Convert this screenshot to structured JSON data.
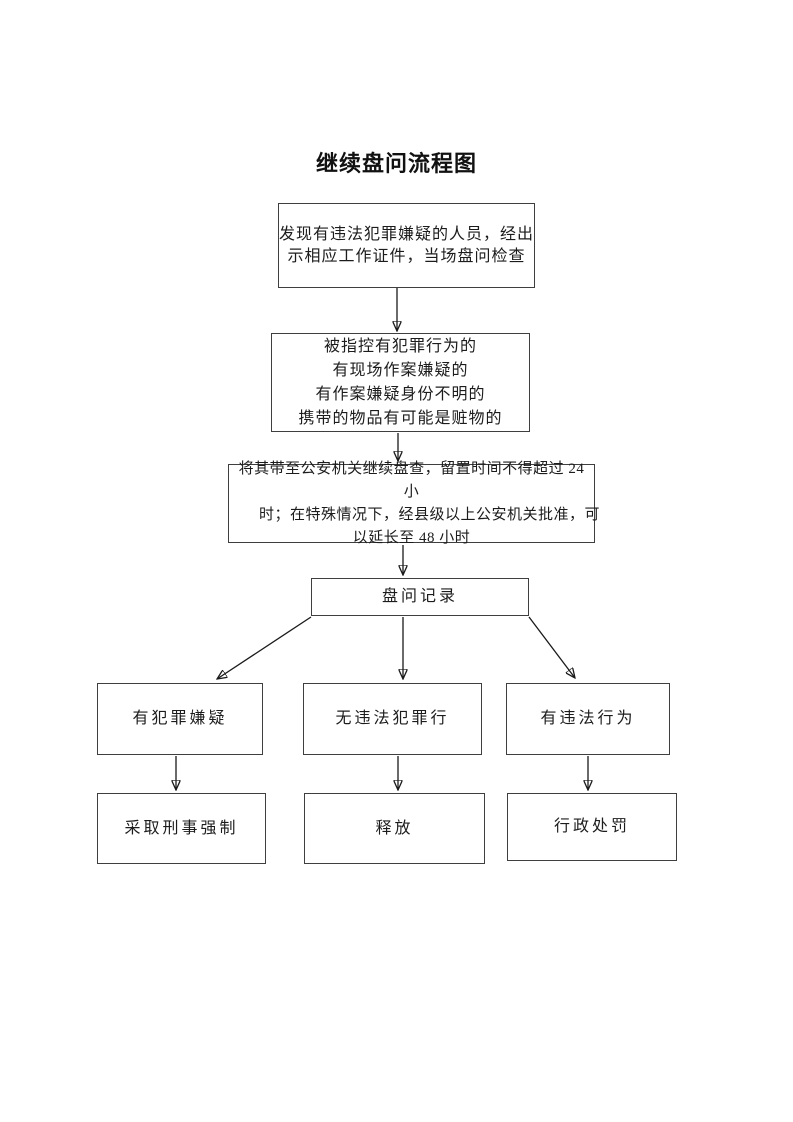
{
  "document": {
    "title": "继续盘问流程图"
  },
  "flowchart": {
    "step1": {
      "lines": [
        "发现有违法犯罪嫌疑的人员，经出",
        "示相应工作证件，当场盘问检查"
      ]
    },
    "step2": {
      "lines": [
        "被指控有犯罪行为的",
        "有现场作案嫌疑的",
        "有作案嫌疑身份不明的",
        "携带的物品有可能是赃物的"
      ]
    },
    "step3": {
      "lines": [
        "将其带至公安机关继续盘查，留置时间不得超过 24 小",
        "时；在特殊情况下，经县级以上公安机关批准，可",
        "以延长至 48 小时"
      ]
    },
    "record": {
      "label": "盘问记录"
    },
    "branches": {
      "criminal_suspicion": {
        "label": "有犯罪嫌疑"
      },
      "no_violation": {
        "label": "无违法犯罪行"
      },
      "illegal_act": {
        "label": "有违法行为"
      }
    },
    "outcomes": {
      "criminal_coercion": {
        "label": "采取刑事强制"
      },
      "release": {
        "label": "释放"
      },
      "admin_penalty": {
        "label": "行政处罚"
      }
    }
  }
}
